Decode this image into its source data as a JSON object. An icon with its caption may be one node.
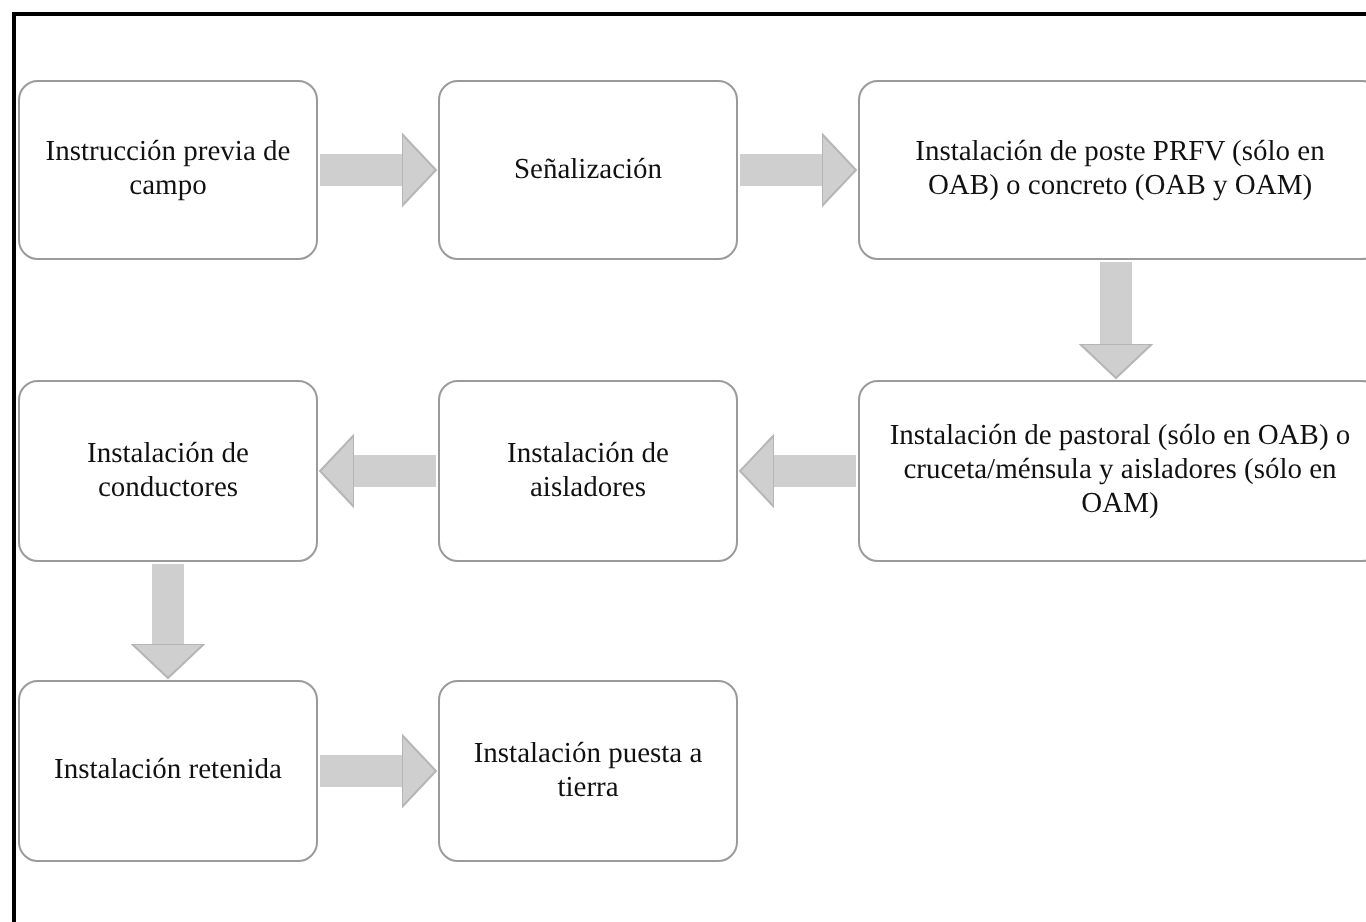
{
  "diagram": {
    "nodes": [
      {
        "text": [
          "Instrucción previa de campo"
        ]
      },
      {
        "text": [
          "Señalización"
        ]
      },
      {
        "text": [
          "Instalación de poste PRFV (sólo en OAB) o concreto (OAB y OAM)"
        ]
      },
      {
        "text": [
          "Instalación de pastoral (sólo en OAB) o cruceta/ménsula y aisladores (sólo en OAM)"
        ]
      },
      {
        "text": [
          "Instalación de aisladores"
        ]
      },
      {
        "text": [
          "Instalación de conductores"
        ]
      },
      {
        "text": [
          "Instalación retenida"
        ]
      },
      {
        "text": [
          "Instalación puesta a tierra"
        ]
      }
    ],
    "edges": [
      {
        "from": 0,
        "to": 1,
        "arrow": "to"
      },
      {
        "from": 1,
        "to": 2,
        "arrow": "to"
      },
      {
        "from": 2,
        "to": 3,
        "arrow": "to"
      },
      {
        "from": 3,
        "to": 4,
        "arrow": "to"
      },
      {
        "from": 4,
        "to": 5,
        "arrow": "to"
      },
      {
        "from": 5,
        "to": 6,
        "arrow": "to"
      },
      {
        "from": 6,
        "to": 7,
        "arrow": "to"
      }
    ]
  }
}
